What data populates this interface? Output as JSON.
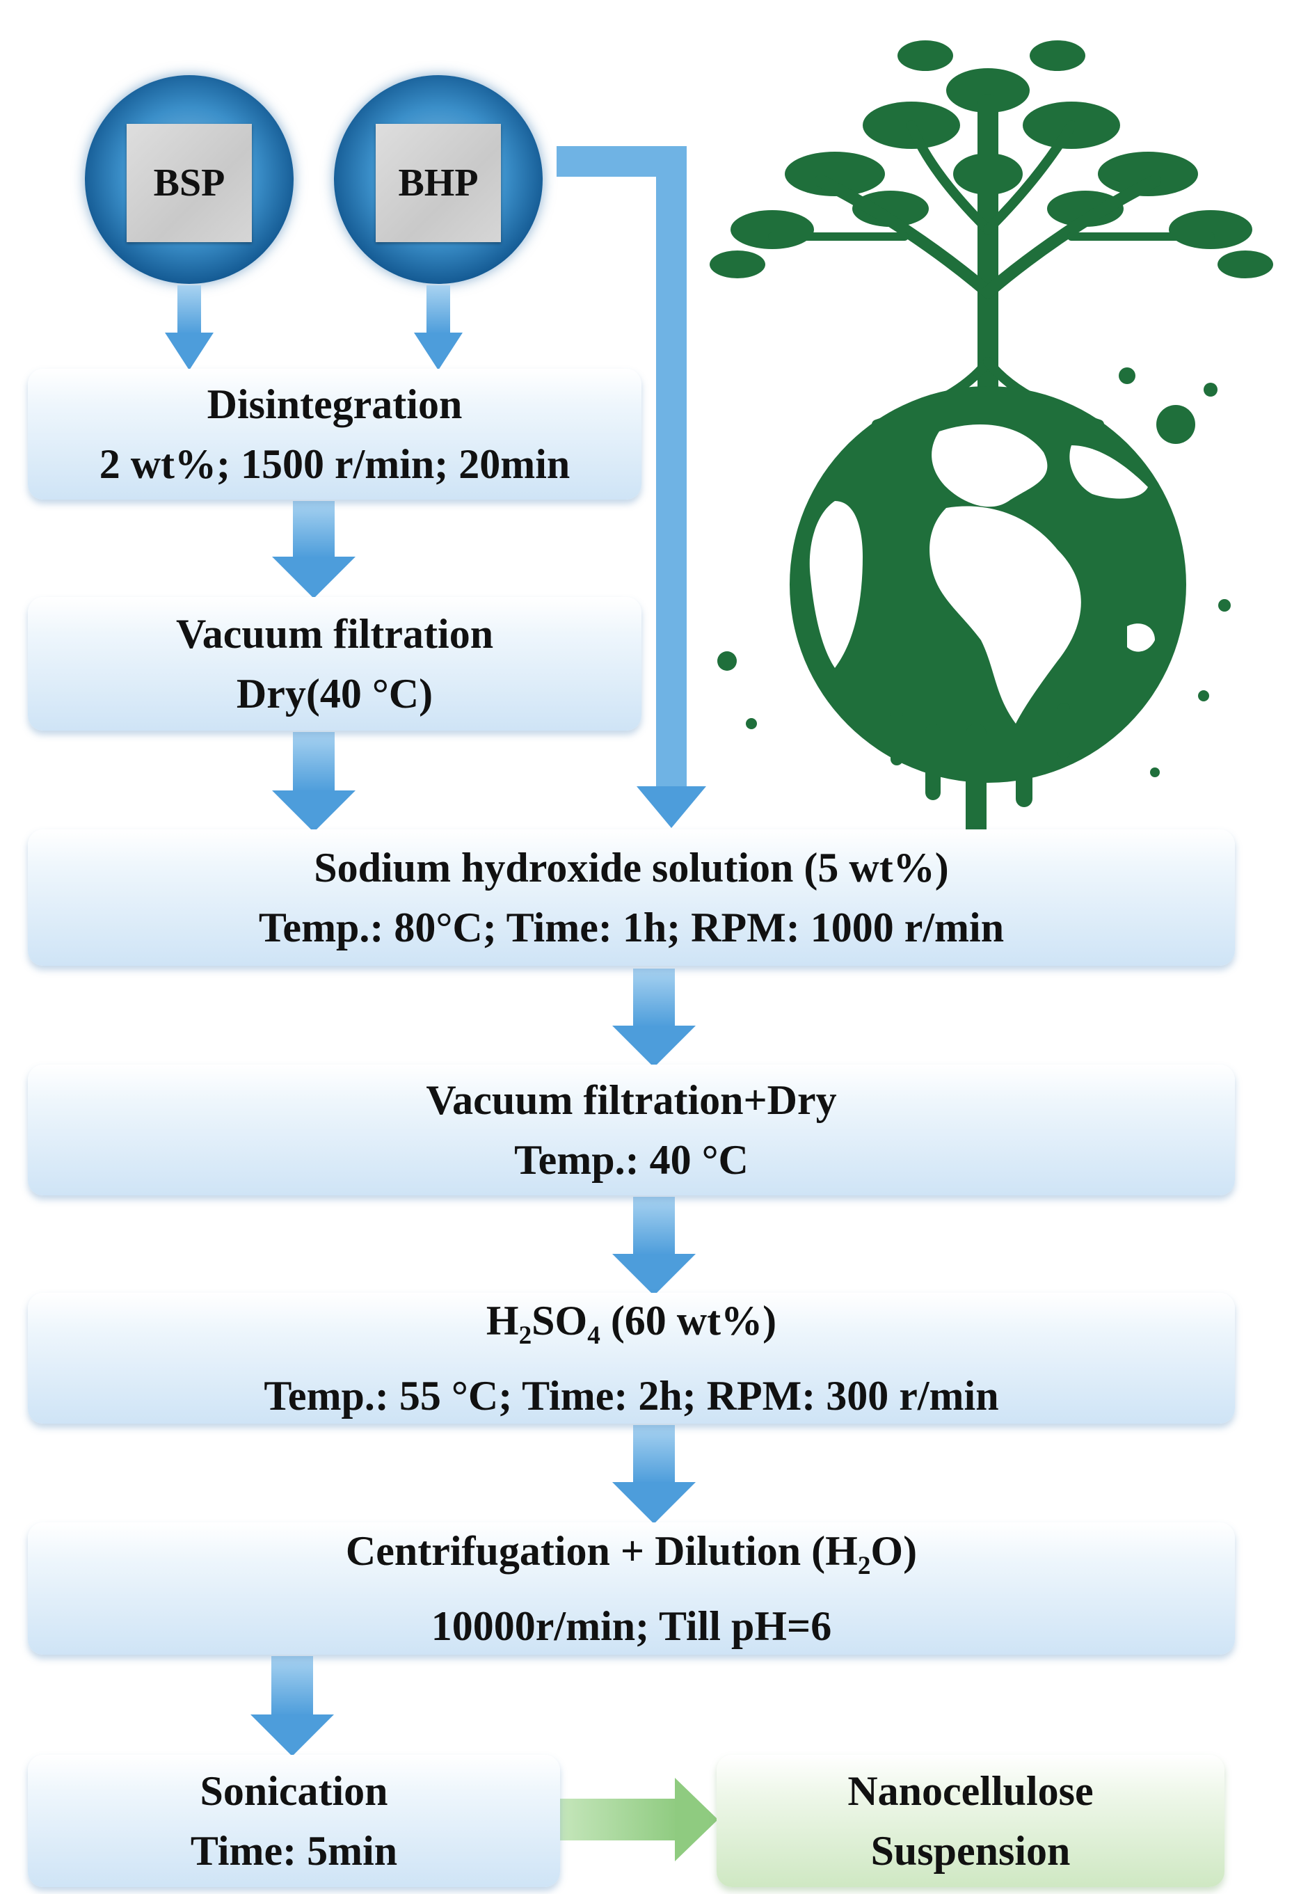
{
  "sources": [
    {
      "id": "bsp",
      "label": "BSP"
    },
    {
      "id": "bhp",
      "label": "BHP"
    }
  ],
  "steps": {
    "disintegration": {
      "line1": "Disintegration",
      "line2": "2 wt%; 1500 r/min; 20min"
    },
    "vacuum1": {
      "line1": "Vacuum filtration",
      "line2": "Dry(40 °C)"
    },
    "naoh": {
      "line1": "Sodium hydroxide solution (5 wt%)",
      "line2": "Temp.: 80°C; Time: 1h; RPM: 1000 r/min"
    },
    "vacuum2": {
      "line1": "Vacuum filtration+Dry",
      "line2": "Temp.: 40 °C"
    },
    "h2so4": {
      "formula_h": "H",
      "formula_h_sub": "2",
      "formula_so": "SO",
      "formula_so_sub": "4",
      "line1_rest": " (60 wt%)",
      "line2": "Temp.: 55 °C; Time: 2h; RPM: 300 r/min"
    },
    "centrifugation": {
      "line1_start": "Centrifugation + Dilution (H",
      "line1_sub": "2",
      "line1_end": "O)",
      "line2": "10000r/min; Till pH=6"
    },
    "sonication": {
      "line1": "Sonication",
      "line2": "Time: 5min"
    },
    "result": {
      "line1": "Nanocellulose",
      "line2": "Suspension"
    }
  },
  "colors": {
    "arrow_blue": "#6fb3e4",
    "arrow_green": "#a6d59a",
    "tree_green": "#1f6f3b"
  },
  "icons": [
    "tree-globe-icon"
  ]
}
